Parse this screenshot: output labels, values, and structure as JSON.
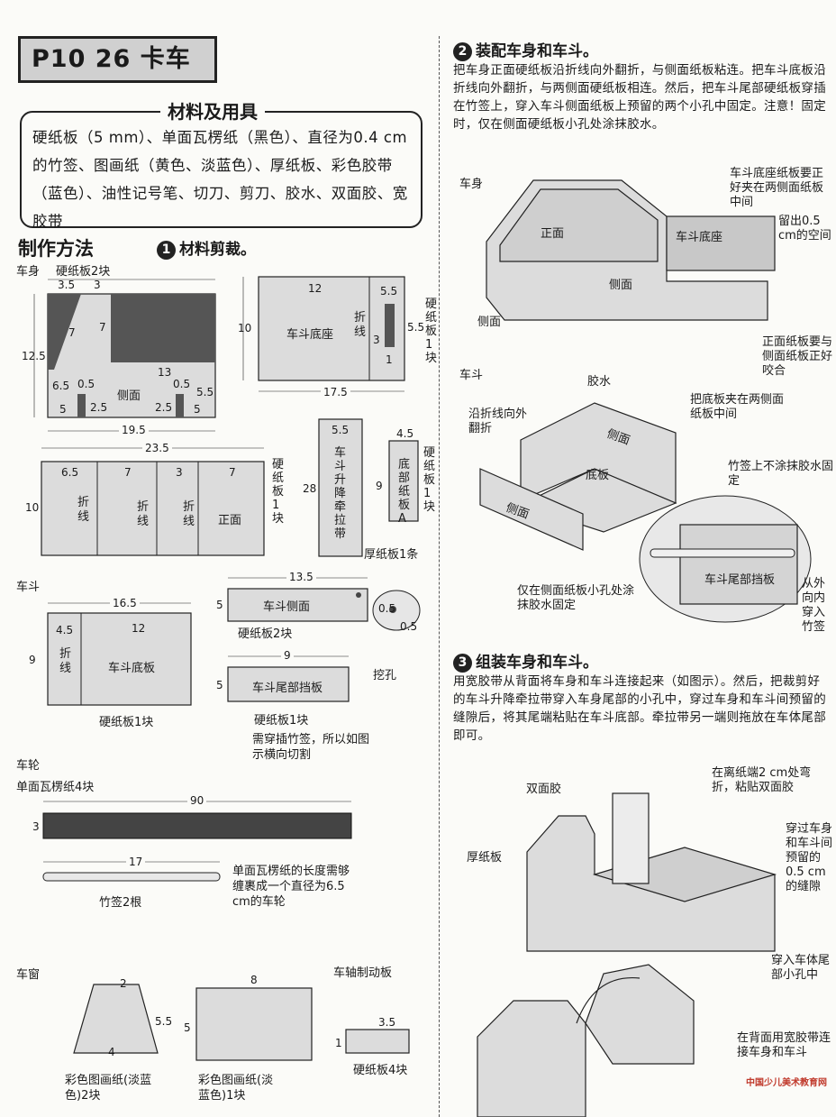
{
  "header": {
    "title": "P10 26 卡车"
  },
  "materials": {
    "heading": "材料及用具",
    "text": "硬纸板（5 mm）、单面瓦楞纸（黑色）、直径为0.4 cm的竹签、图画纸（黄色、淡蓝色）、厚纸板、彩色胶带（蓝色）、油性记号笔、切刀、剪刀、胶水、双面胶、宽胶带"
  },
  "method": {
    "heading": "制作方法",
    "step1_num": "1",
    "step1": "材料剪裁。"
  },
  "body_section": {
    "label": "车身",
    "sub": "硬纸板2块",
    "side_panel": {
      "d_top_left": "3.5",
      "d_top_mid": "3",
      "d_left": "12.5",
      "d_diag1": "7",
      "d_diag2": "7",
      "d_inner": "13",
      "name": "侧面",
      "d_65": "6.5",
      "d_05a": "0.5",
      "d_05b": "0.5",
      "d_55": "5.5",
      "d_5a": "5",
      "d_25a": "2.5",
      "d_25b": "2.5",
      "d_5b": "5",
      "width": "19.5"
    },
    "bed_base": {
      "top": "12",
      "height": "10",
      "name": "车斗底座",
      "fold": "折线",
      "d55": "5.5",
      "d3": "3",
      "d55b": "5.5",
      "d1": "1",
      "width": "17.5",
      "note": "硬纸板1块"
    },
    "front_strip": {
      "width": "23.5",
      "d1": "6.5",
      "d2": "7",
      "d3": "3",
      "d4": "7",
      "height": "10",
      "fold1": "折线",
      "fold2": "折线",
      "fold3": "折线",
      "front": "正面",
      "note": "硬纸板1块"
    },
    "lift_strap": {
      "width": "5.5",
      "height": "28",
      "name": "车斗升降牵拉带"
    },
    "bottom_a": {
      "width": "4.5",
      "height": "9",
      "name": "底部纸板A",
      "note": "硬纸板1块",
      "note2": "厚纸板1条"
    }
  },
  "bed_section": {
    "label": "车斗",
    "base": {
      "width": "16.5",
      "d1": "4.5",
      "d2": "12",
      "height": "9",
      "fold": "折线",
      "name": "车斗底板",
      "note": "硬纸板1块"
    },
    "side": {
      "width": "13.5",
      "height": "5",
      "name": "车斗侧面",
      "note": "硬纸板2块",
      "hole_d1": "0.5",
      "hole_d2": "0.5",
      "hole_label": "挖孔"
    },
    "tail": {
      "width": "9",
      "height": "5",
      "name": "车斗尾部挡板",
      "note": "硬纸板1块",
      "cut_note": "需穿插竹签，所以如图示横向切割"
    }
  },
  "wheel_section": {
    "label": "车轮",
    "sub": "单面瓦楞纸4块",
    "strip_len": "90",
    "strip_h": "3",
    "stick_len": "17",
    "stick_note": "竹签2根",
    "wheel_note": "单面瓦楞纸的长度需够缠裹成一个直径为6.5 cm的车轮"
  },
  "window_section": {
    "label": "车窗",
    "trap": {
      "top": "2",
      "bottom": "4",
      "height": "5.5",
      "note": "彩色图画纸(淡蓝色)2块"
    },
    "rect": {
      "width": "8",
      "height": "5",
      "note": "彩色图画纸(淡蓝色)1块"
    },
    "brake_label": "车轴制动板",
    "brake": {
      "width": "3.5",
      "height": "1",
      "note": "硬纸板4块"
    }
  },
  "step2": {
    "num": "2",
    "heading": "装配车身和车斗。",
    "text": "把车身正面硬纸板沿折线向外翻折，与侧面纸板粘连。把车斗底板沿折线向外翻折，与两侧面硬纸板相连。然后，把车斗尾部硬纸板穿插在竹签上，穿入车斗侧面纸板上预留的两个小孔中固定。注意！固定时，仅在侧面硬纸板小孔处涂抹胶水。",
    "body_label": "车身",
    "body_callouts": {
      "c1": "车斗底座纸板要正好夹在两侧面纸板中间",
      "c2": "留出0.5 cm的空间",
      "c3": "正面纸板要与侧面纸板正好咬合",
      "side_a": "侧面",
      "side_b": "侧面",
      "front": "正面",
      "base": "车斗底座"
    },
    "bed_label": "车斗",
    "bed_callouts": {
      "glue": "胶水",
      "fold": "沿折线向外翻折",
      "clamp": "把底板夹在两侧面纸板中间",
      "no_glue": "竹签上不涂抹胶水固定",
      "side1": "侧面",
      "side2": "侧面",
      "base": "底板",
      "tail": "车斗尾部挡板",
      "hole_glue": "仅在侧面纸板小孔处涂抹胶水固定",
      "insert": "从外向内穿入竹签"
    }
  },
  "step3": {
    "num": "3",
    "heading": "组装车身和车斗。",
    "text": "用宽胶带从背面将车身和车斗连接起来（如图示）。然后，把裁剪好的车斗升降牵拉带穿入车身尾部的小孔中，穿过车身和车斗间预留的缝隙后，将其尾端粘贴在车斗底部。牵拉带另一端则拖放在车体尾部即可。",
    "callouts": {
      "tape2": "双面胶",
      "fold2": "在离纸端2 cm处弯折，粘贴双面胶",
      "board": "厚纸板",
      "gap": "穿过车身和车斗间预留的0.5 cm的缝隙",
      "tail_hole": "穿入车体尾部小孔中",
      "back_tape": "在背面用宽胶带连接车身和车斗"
    }
  },
  "footer": {
    "site": "中国少儿美术教育网"
  }
}
